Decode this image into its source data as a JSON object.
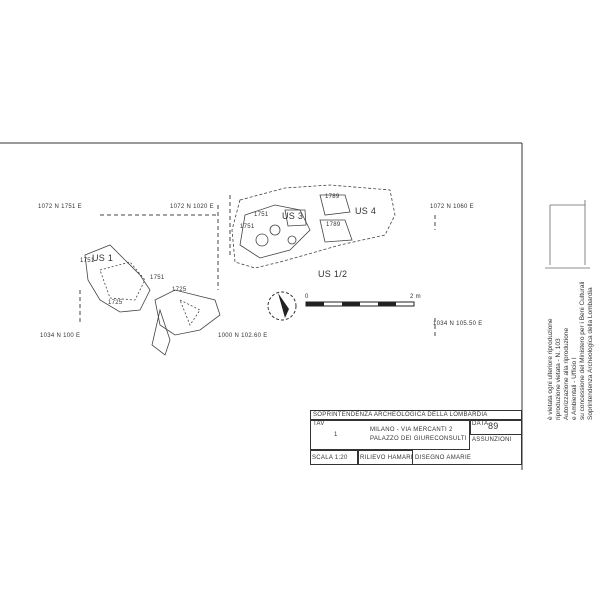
{
  "plan": {
    "coordinates": [
      "1072 N 1751 E",
      "1072 N 1020 E",
      "1072 N 1060 E",
      "1034 N 100 E",
      "1000 N 102.60 E",
      "1034 N 105.50 E"
    ],
    "units": [
      "US 1",
      "US 3",
      "US 4",
      "US 1/2"
    ],
    "elevations": [
      "1751",
      "1751",
      "1751",
      "1751",
      "1725",
      "1725",
      "1789",
      "1789"
    ],
    "scale_bar": {
      "start": "0",
      "end": "2 m"
    }
  },
  "title_block": {
    "institution": "SOPRINTENDENZA ARCHEOLOGICA DELLA LOMBARDIA",
    "tav_label": "TAV",
    "tav_value": "1",
    "site_line1": "MILANO - VIA MERCANTI 2",
    "site_line2": "PALAZZO DEI GIURECONSULTI",
    "date_label": "DATA",
    "date_value": "89",
    "assunzioni": "ASSUNZIONI",
    "scale": "SCALA 1:20",
    "rilievo": "RILIEVO HAMARI",
    "disegno": "DISEGNO AMARIE"
  },
  "side_notes": [
    "Soprintendenza Archeologica della Lombardia",
    "su concessione del Ministero per i Beni Culturali",
    "e Ambientali - Ufficio I",
    "Autorizzazione alla riproduzione",
    "riproduzione vietata - N. 103",
    "è vietata ogni ulteriore riproduzione"
  ]
}
